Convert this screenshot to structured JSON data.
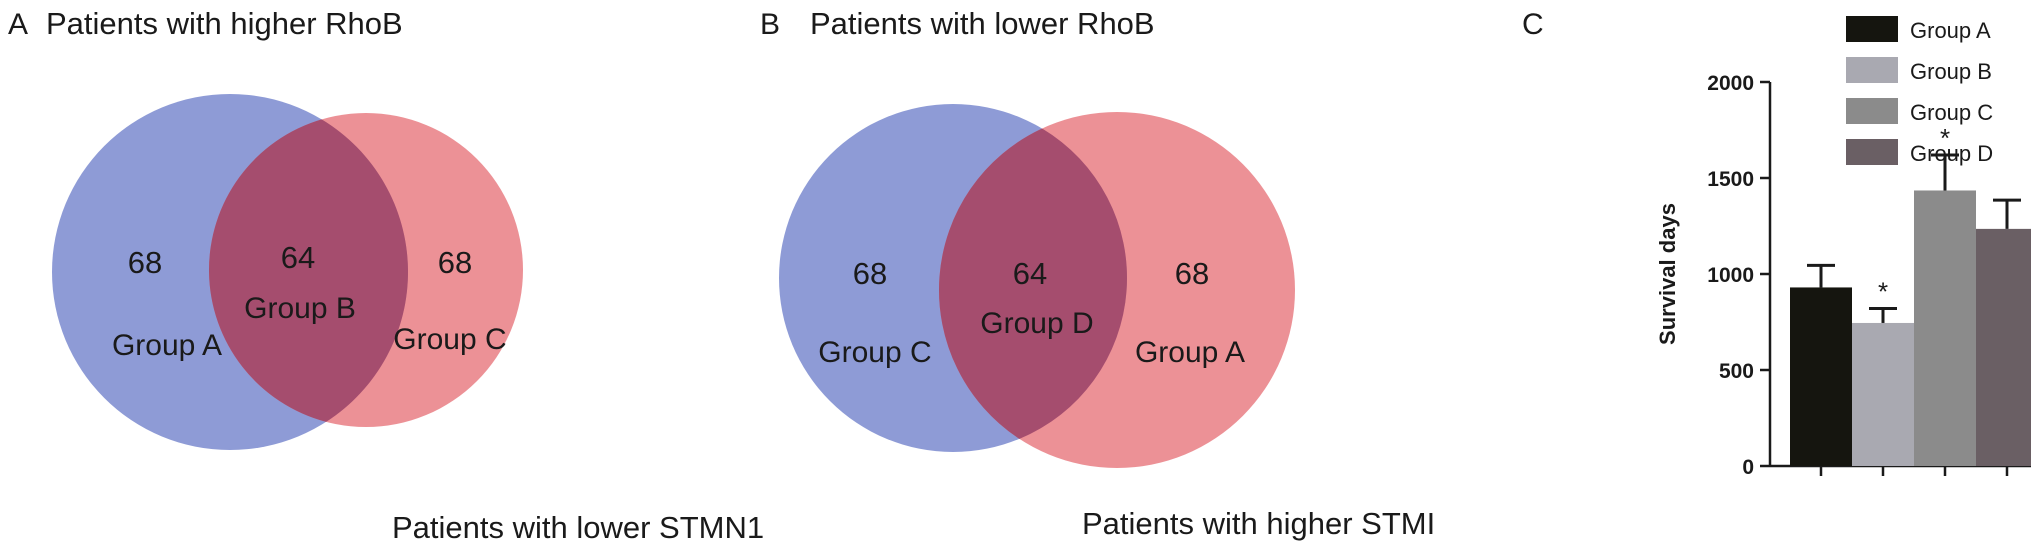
{
  "panels": {
    "a": {
      "letter": "A",
      "title": "Patients with higher RhoB",
      "bottom_label": "Patients with lower STMN1",
      "left": {
        "count": "68",
        "group": "Group A",
        "color": "#6e7fcb"
      },
      "both": {
        "count": "64",
        "group": "Group B",
        "color": "#a54d6e"
      },
      "right": {
        "count": "68",
        "group": "Group C",
        "color": "#e77278"
      }
    },
    "b": {
      "letter": "B",
      "title": "Patients with lower RhoB",
      "bottom_label": "Patients with higher STMI",
      "left": {
        "count": "68",
        "group": "Group C",
        "color": "#6e7fcb"
      },
      "both": {
        "count": "64",
        "group": "Group D",
        "color": "#a54d6e"
      },
      "right": {
        "count": "68",
        "group": "Group A",
        "color": "#e77278"
      }
    },
    "c": {
      "letter": "C"
    }
  },
  "chart_data": {
    "type": "bar",
    "categories": [
      "Group A",
      "Group B",
      "Group C",
      "Group D"
    ],
    "values": [
      930,
      745,
      1435,
      1235
    ],
    "errors": [
      115,
      75,
      185,
      150
    ],
    "significance": [
      "",
      "*",
      "*",
      ""
    ],
    "colors": [
      "#15150f",
      "#a9a9b1",
      "#8b8b8b",
      "#6a5f64"
    ],
    "ylabel": "Survival days",
    "xlabel": "",
    "ylim": [
      0,
      2000
    ],
    "yticks": [
      0,
      500,
      1000,
      1500,
      2000
    ],
    "legend": [
      "Group A",
      "Group B",
      "Group C",
      "Group D"
    ],
    "legend_position": "top-right"
  }
}
